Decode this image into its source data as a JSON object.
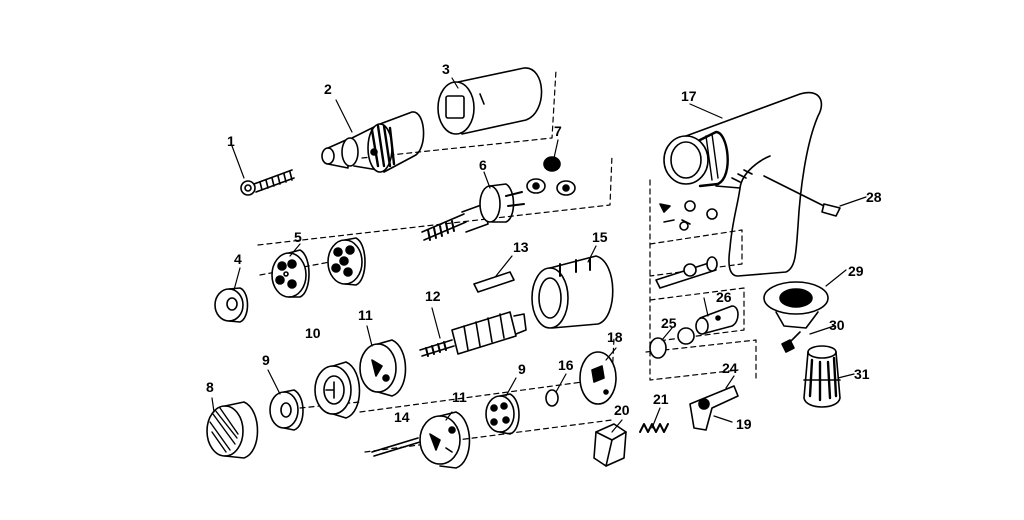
{
  "parts": [
    {
      "id": "p1",
      "label": "1"
    },
    {
      "id": "p2",
      "label": "2"
    },
    {
      "id": "p3",
      "label": "3"
    },
    {
      "id": "p4",
      "label": "4"
    },
    {
      "id": "p5",
      "label": "5"
    },
    {
      "id": "p6",
      "label": "6"
    },
    {
      "id": "p7",
      "label": "7"
    },
    {
      "id": "p8",
      "label": "8"
    },
    {
      "id": "p9a",
      "label": "9"
    },
    {
      "id": "p9b",
      "label": "9"
    },
    {
      "id": "p10",
      "label": "10"
    },
    {
      "id": "p11a",
      "label": "11"
    },
    {
      "id": "p11b",
      "label": "11"
    },
    {
      "id": "p12",
      "label": "12"
    },
    {
      "id": "p13",
      "label": "13"
    },
    {
      "id": "p14",
      "label": "14"
    },
    {
      "id": "p15",
      "label": "15"
    },
    {
      "id": "p16",
      "label": "16"
    },
    {
      "id": "p17",
      "label": "17"
    },
    {
      "id": "p18",
      "label": "18"
    },
    {
      "id": "p19",
      "label": "19"
    },
    {
      "id": "p20",
      "label": "20"
    },
    {
      "id": "p21",
      "label": "21"
    },
    {
      "id": "p24",
      "label": "24"
    },
    {
      "id": "p25",
      "label": "25"
    },
    {
      "id": "p26",
      "label": "26"
    },
    {
      "id": "p28",
      "label": "28"
    },
    {
      "id": "p29",
      "label": "29"
    },
    {
      "id": "p30",
      "label": "30"
    },
    {
      "id": "p31",
      "label": "31"
    }
  ],
  "colors": {
    "ink": "#000000",
    "paper": "#ffffff"
  }
}
